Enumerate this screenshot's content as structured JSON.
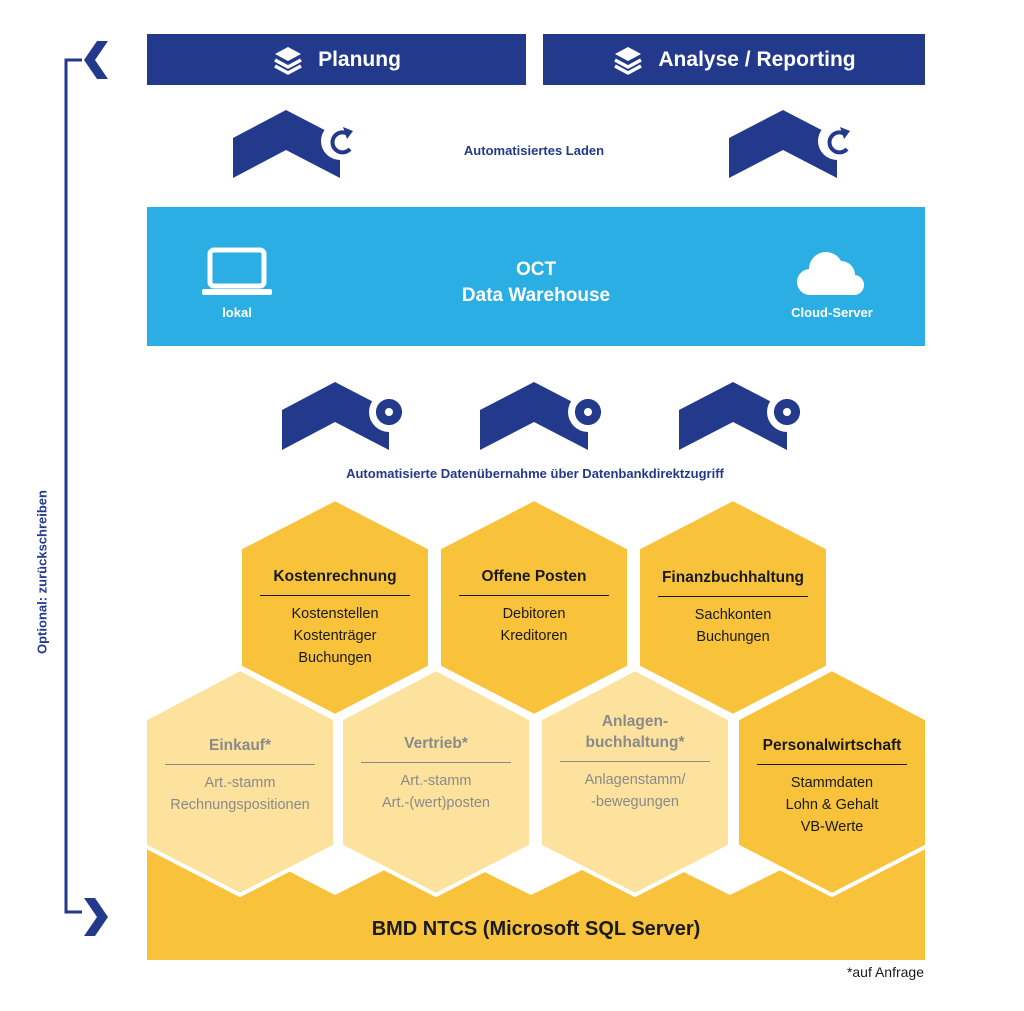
{
  "top_bars": [
    {
      "label": "Planung"
    },
    {
      "label": "Analyse / Reporting"
    }
  ],
  "loading_caption": "Automatisiertes Laden",
  "warehouse": {
    "title_line1": "OCT",
    "title_line2": "Data Warehouse",
    "left_label": "lokal",
    "right_label": "Cloud-Server"
  },
  "transfer_caption": "Automatisierte Datenübernahme über Datenbankdirektzugriff",
  "modules_top": [
    {
      "title": "Kostenrechnung",
      "items": [
        "Kostenstellen",
        "Kostenträger",
        "Buchungen"
      ]
    },
    {
      "title": "Offene Posten",
      "items": [
        "Debitoren",
        "Kreditoren"
      ]
    },
    {
      "title": "Finanzbuchhaltung",
      "items": [
        "Sachkonten",
        "Buchungen"
      ]
    }
  ],
  "modules_bottom": [
    {
      "title": "Einkauf*",
      "items": [
        "Art.-stamm",
        "Rechnungspositionen"
      ]
    },
    {
      "title": "Vertrieb*",
      "items": [
        "Art.-stamm",
        "Art.-(wert)posten"
      ]
    },
    {
      "title_line1": "Anlagen-",
      "title_line2": "buchhaltung*",
      "items": [
        "Anlagenstamm/",
        "-bewegungen"
      ]
    },
    {
      "title": "Personalwirtschaft",
      "items": [
        "Stammdaten",
        "Lohn & Gehalt",
        "VB-Werte"
      ]
    }
  ],
  "base": {
    "label": "BMD NTCS (Microsoft SQL Server)"
  },
  "footnote": "*auf Anfrage",
  "side_label": "Optional: zurückschreiben",
  "colors": {
    "navy": "#233a8c",
    "sky_blue": "#2aaee4",
    "gold": "#f8c33b",
    "light_gold": "#fde29e",
    "text_dark": "#1a1a1a",
    "text_muted": "#8a8a8a"
  },
  "icons": [
    "layers-icon",
    "refresh-icon",
    "laptop-icon",
    "cloud-icon",
    "gear-icon",
    "chevron-up-icon",
    "chevron-left-icon",
    "chevron-right-icon"
  ]
}
